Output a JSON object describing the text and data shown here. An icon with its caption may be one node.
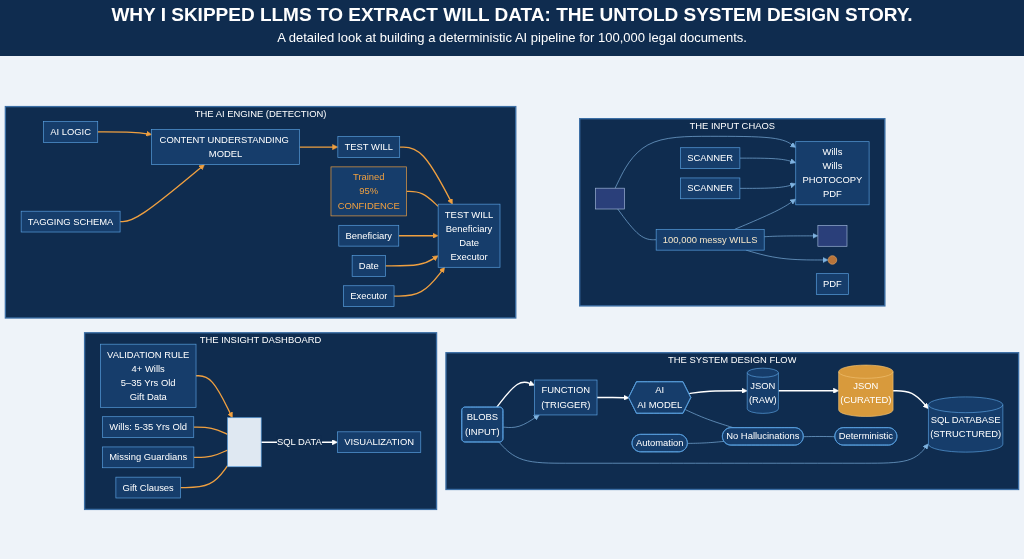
{
  "diagram": {
    "title": "WHY I SKIPPED LLMS TO EXTRACT WILL DATA: THE UNTOLD SYSTEM DESIGN STORY.",
    "caption": "A detailed look at building a deterministic AI pipeline for 100,000 legal documents.",
    "nodes": [
      {
        "text": [
          "THE INPUT CHAOS"
        ]
      },
      {
        "text": [
          "100,000 messy WILLS"
        ],
        "in": 0
      },
      {
        "text": [],
        "shape": "box",
        "in": 0
      },
      {
        "text": [
          "Wills",
          "Wills",
          "PHOTOCOPY",
          "PDF"
        ],
        "in": 0
      },
      {
        "text": [
          "SCANNER"
        ],
        "in": 0
      },
      {
        "text": [
          "PDF"
        ],
        "in": 0
      },
      {
        "text": [
          "SCANNER"
        ],
        "in": 0
      },
      {
        "text": [],
        "shape": "box",
        "in": 0
      },
      {
        "text": [],
        "shape": "circle",
        "in": 0
      },
      {
        "text": [
          "THE AI ENGINE (DETECTION)"
        ]
      },
      {
        "text": [
          "AI LOGIC"
        ],
        "in": 9
      },
      {
        "text": [
          "TAGGING SCHEMA"
        ],
        "in": 9
      },
      {
        "text": [
          "CONTENT UNDERSTANDING MODEL"
        ],
        "in": 9
      },
      {
        "text": [
          "TEST WILL"
        ],
        "in": 9
      },
      {
        "text": [
          "TEST WILL",
          "Beneficiary",
          "Date",
          "Executor"
        ],
        "in": 9
      },
      {
        "text": [
          "Trained",
          "95%",
          "CONFIDENCE"
        ],
        "in": 9
      },
      {
        "text": [
          "Beneficiary"
        ],
        "in": 9
      },
      {
        "text": [
          "Date"
        ],
        "in": 9
      },
      {
        "text": [
          "Executor"
        ],
        "in": 9
      },
      {
        "text": [
          "THE SYSTEM DESIGN FLOW"
        ]
      },
      {
        "text": [
          "BLOBS",
          "(INPUT)"
        ],
        "in": 19
      },
      {
        "text": [
          "FUNCTION",
          "(TRIGGER)"
        ],
        "in": 19
      },
      {
        "text": [
          "AI",
          "AI MODEL"
        ],
        "in": 19
      },
      {
        "text": [
          "JSON",
          "(RAW)"
        ],
        "in": 19
      },
      {
        "text": [
          "JSON",
          "(CURATED)"
        ],
        "in": 19
      },
      {
        "text": [
          "SQL DATABASE",
          "(STRUCTURED)"
        ],
        "in": 19
      },
      {
        "text": [
          "Automation"
        ],
        "in": 19
      },
      {
        "text": [
          "No Hallucinations"
        ],
        "in": 19
      },
      {
        "text": [
          "Deterministic"
        ],
        "in": 19
      },
      {
        "text": [
          "THE INSIGHT DASHBOARD"
        ]
      },
      {
        "text": [
          "VALIDATION RULE",
          "4+ Wills",
          "5–35 Yrs Old",
          "Gift Data"
        ],
        "in": 29
      },
      {
        "text": [],
        "shape": "box",
        "in": 29
      },
      {
        "text": [
          "Wills: 5-35 Yrs Old"
        ],
        "in": 29
      },
      {
        "text": [
          "Missing Guardians"
        ],
        "in": 29
      },
      {
        "text": [
          "Gift Clauses"
        ],
        "in": 29
      },
      {
        "text": [
          "VISUALIZATION"
        ],
        "in": 29
      }
    ],
    "edges": [
      {
        "from": 2,
        "to": 3,
        "arrow": "to"
      },
      {
        "from": 2,
        "to": 1,
        "arrow": "none"
      },
      {
        "from": 1,
        "to": 3,
        "arrow": "to"
      },
      {
        "from": 1,
        "to": 7,
        "arrow": "to"
      },
      {
        "from": 1,
        "to": 8,
        "arrow": "to"
      },
      {
        "from": 4,
        "to": 3,
        "arrow": "to"
      },
      {
        "from": 6,
        "to": 3,
        "arrow": "to"
      },
      {
        "from": 10,
        "to": 12,
        "arrow": "to",
        "color": "#f0a040"
      },
      {
        "from": 11,
        "to": 12,
        "arrow": "to",
        "color": "#f0a040"
      },
      {
        "from": 12,
        "to": 13,
        "arrow": "to",
        "color": "#f0a040"
      },
      {
        "from": 13,
        "to": 14,
        "arrow": "to",
        "color": "#f0a040"
      },
      {
        "from": 15,
        "to": 14,
        "arrow": "none",
        "color": "#f0a040"
      },
      {
        "from": 16,
        "to": 14,
        "arrow": "to",
        "color": "#f0a040"
      },
      {
        "from": 17,
        "to": 14,
        "arrow": "to",
        "color": "#f0a040"
      },
      {
        "from": 18,
        "to": 14,
        "arrow": "to",
        "color": "#f0a040"
      },
      {
        "from": 20,
        "to": 21,
        "arrow": "to",
        "color": "#ffffff"
      },
      {
        "from": 21,
        "to": 22,
        "arrow": "to",
        "color": "#ffffff"
      },
      {
        "from": 22,
        "to": 23,
        "arrow": "to",
        "color": "#ffffff"
      },
      {
        "from": 23,
        "to": 24,
        "arrow": "to",
        "color": "#ffffff"
      },
      {
        "from": 24,
        "to": 25,
        "arrow": "to",
        "color": "#ffffff"
      },
      {
        "from": 20,
        "to": 21,
        "arrow": "to"
      },
      {
        "from": 20,
        "to": 25,
        "arrow": "to"
      },
      {
        "from": 22,
        "to": 27,
        "arrow": "none"
      },
      {
        "from": 26,
        "to": 27,
        "arrow": "none"
      },
      {
        "from": 27,
        "to": 28,
        "arrow": "none"
      },
      {
        "from": 30,
        "to": 31,
        "arrow": "to",
        "color": "#f0a040"
      },
      {
        "from": 32,
        "to": 31,
        "arrow": "none",
        "color": "#f0a040"
      },
      {
        "from": 33,
        "to": 31,
        "arrow": "none",
        "color": "#f0a040"
      },
      {
        "from": 34,
        "to": 31,
        "arrow": "none",
        "color": "#f0a040"
      },
      {
        "from": 31,
        "to": 35,
        "arrow": "to",
        "label": "SQL DATA",
        "color": "#ffffff"
      }
    ]
  }
}
